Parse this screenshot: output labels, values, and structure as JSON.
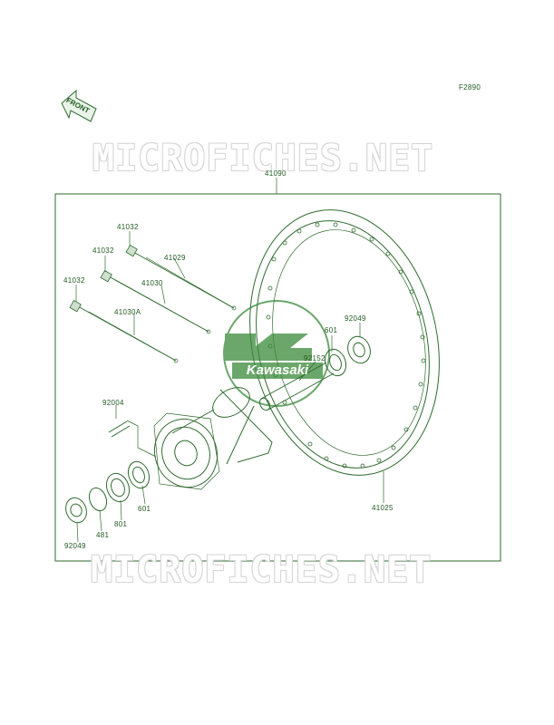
{
  "figure_code": "F2890",
  "front_label": "FRONT",
  "watermark_text": "MICROFICHES.NET",
  "logo_text": "Kawasaki",
  "colors": {
    "line": "#2f6b2f",
    "text": "#1f5a1f",
    "logo": "#3a8a3a"
  },
  "parts": {
    "assembly": "41090",
    "nipple_a": "41032",
    "nipple_b": "41032",
    "nipple_c": "41032",
    "spoke_a": "41029",
    "spoke_b": "41030",
    "spoke_c": "41030A",
    "seal_right": "92049",
    "bearing_right": "601",
    "collar": "92152",
    "stud": "92004",
    "bearing_left": "601",
    "bearing_mid": "801",
    "circlip": "481",
    "seal_left": "92049",
    "rim": "41025"
  }
}
